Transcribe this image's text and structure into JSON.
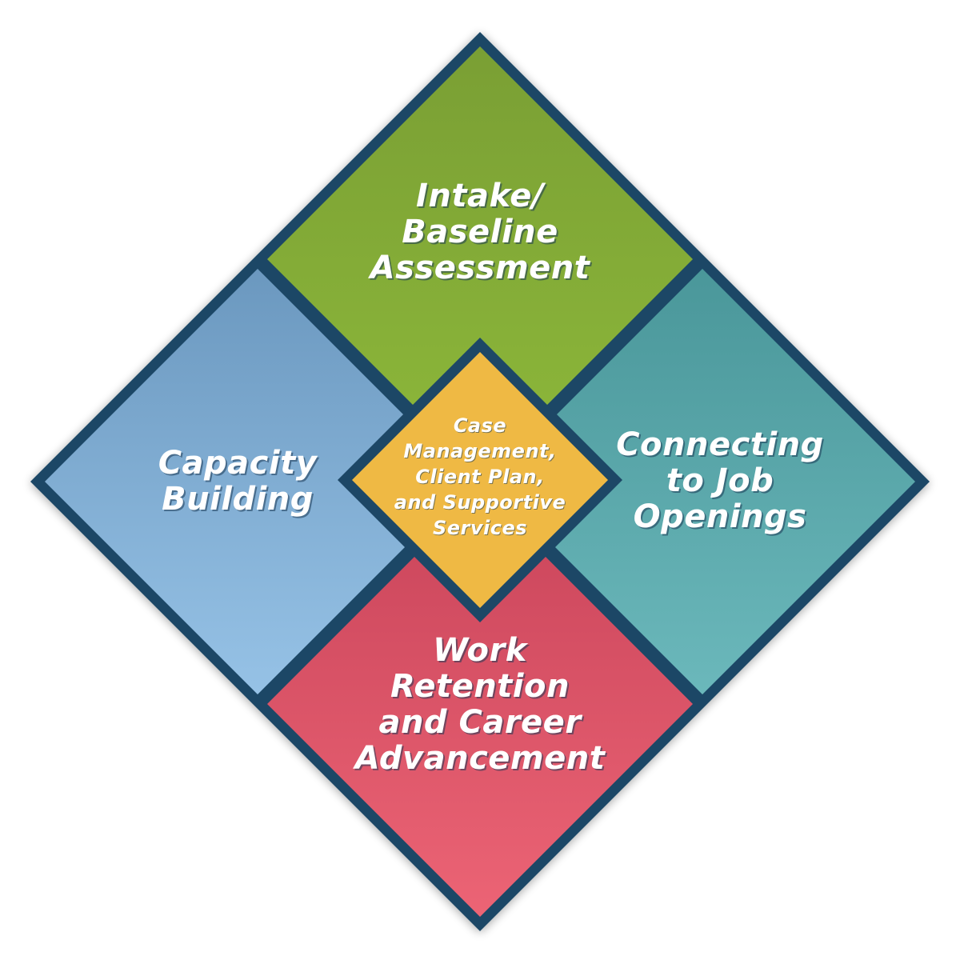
{
  "diagram": {
    "top": {
      "lines": [
        "Intake/",
        "Baseline",
        "Assessment"
      ],
      "color_top": "#7a9f34",
      "color_bottom": "#8db83a"
    },
    "left": {
      "lines": [
        "Capacity",
        "Building"
      ],
      "color_top": "#6b98bf",
      "color_bottom": "#96c2e6"
    },
    "right": {
      "lines": [
        "Connecting",
        "to Job",
        "Openings"
      ],
      "color_top": "#4a979a",
      "color_bottom": "#6bb8bb"
    },
    "bottom": {
      "lines": [
        "Work",
        "Retention",
        "and Career",
        "Advancement"
      ],
      "color_top": "#c9445a",
      "color_bottom": "#ec6475"
    },
    "center": {
      "lines": [
        "Case",
        "Management,",
        "Client Plan,",
        "and Supportive",
        "Services"
      ],
      "color": "#efb944"
    },
    "border_color": "#1d4766",
    "text_color": "#ffffff"
  }
}
